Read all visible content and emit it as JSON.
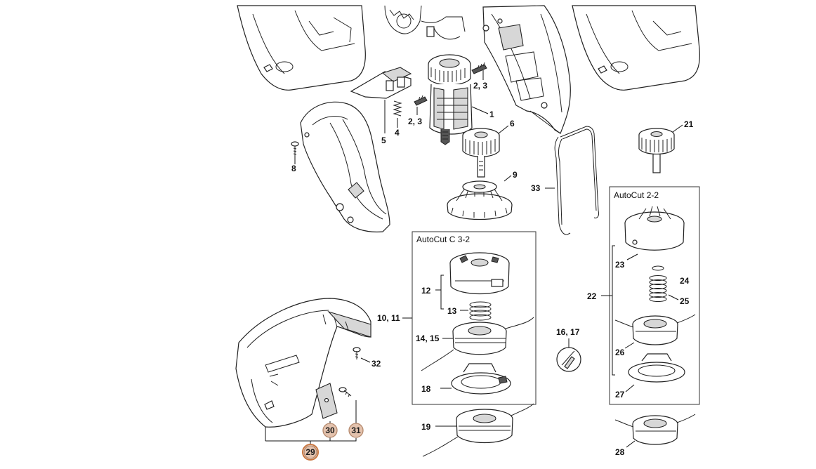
{
  "boxes": {
    "autocut_c": "AutoCut C 3-2",
    "autocut_2": "AutoCut 2-2"
  },
  "callouts": {
    "c1": "1",
    "c23a": "2, 3",
    "c23b": "2, 3",
    "c4": "4",
    "c5": "5",
    "c6": "6",
    "c8": "8",
    "c9": "9",
    "c33": "33",
    "c21": "21",
    "c12": "12",
    "c13": "13",
    "c1011": "10, 11",
    "c1415": "14, 15",
    "c18": "18",
    "c19": "19",
    "c1617": "16, 17",
    "c22": "22",
    "c23": "23",
    "c24": "24",
    "c25": "25",
    "c26": "26",
    "c27": "27",
    "c28": "28",
    "c32": "32",
    "c29": "29",
    "c30": "30",
    "c31": "31"
  },
  "highlight": {
    "color": "#e3c2ad",
    "ring": "#c9763f",
    "items": [
      "29",
      "30",
      "31"
    ]
  },
  "icons": [
    "motor-icon",
    "housing-icon",
    "guard-icon",
    "spool-icon",
    "spring-icon",
    "screw-icon",
    "gear-icon",
    "bracket-icon"
  ]
}
